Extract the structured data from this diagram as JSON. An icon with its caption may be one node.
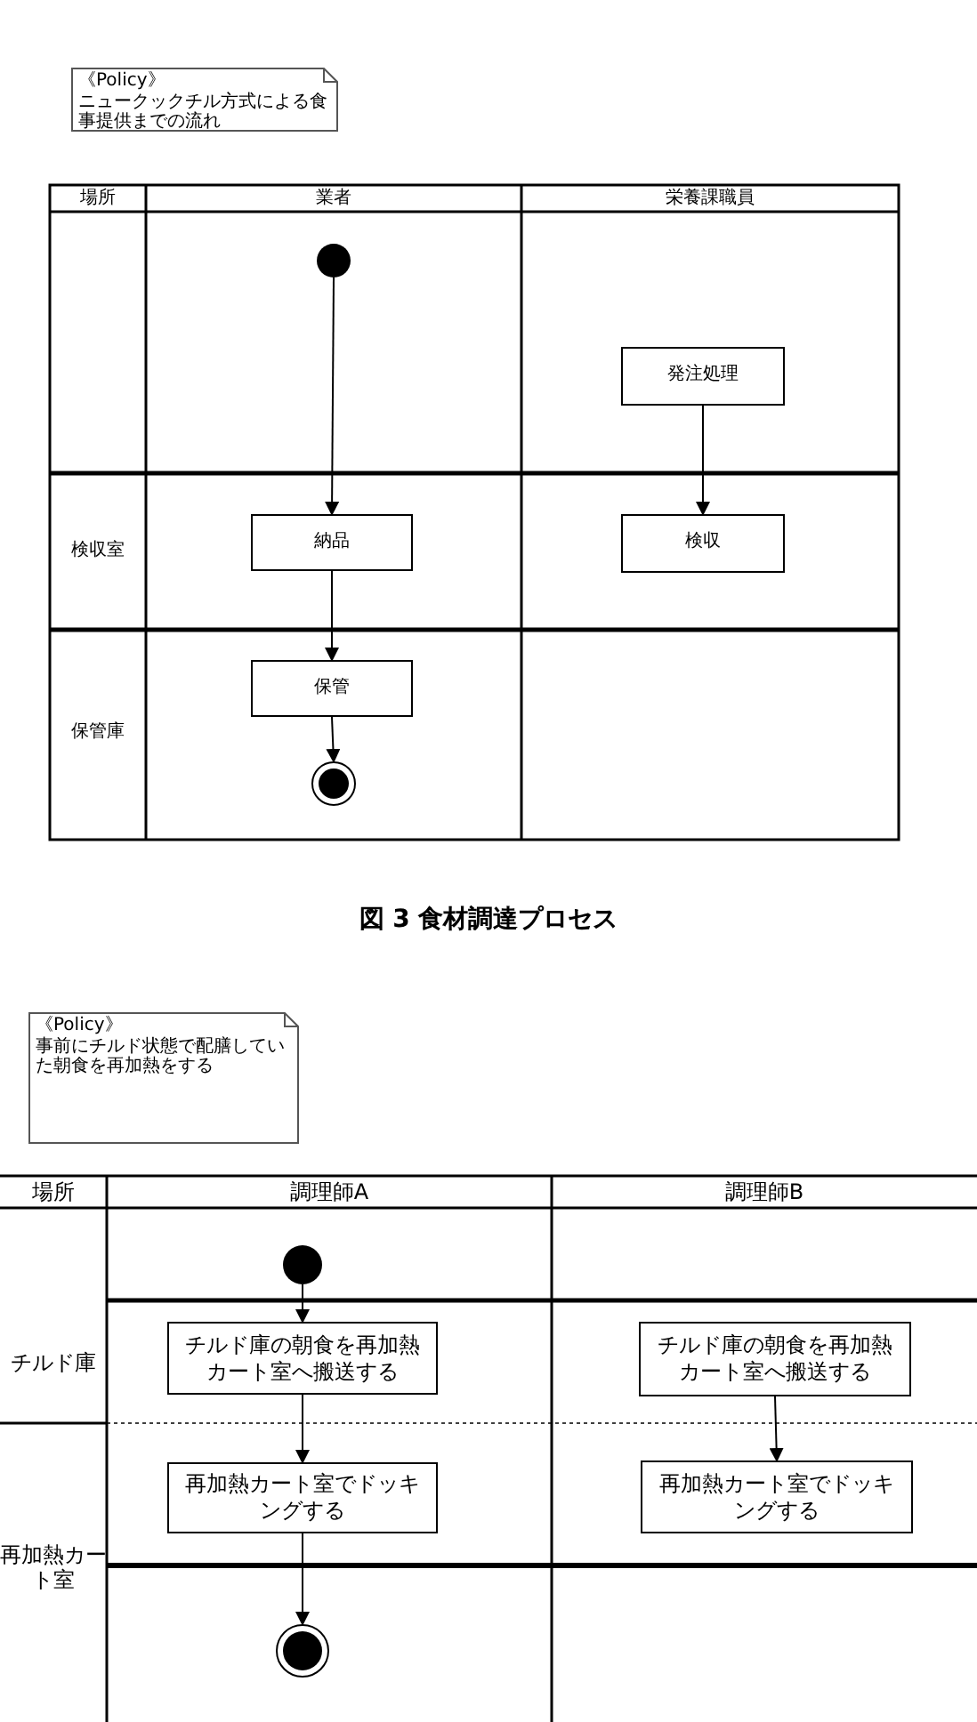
{
  "diagram": {
    "caption": "図 3 食材調達プロセス",
    "nodes": [
      {
        "text": [
          "《Policy》",
          "ニュークックチル方式による食事提供までの流れ"
        ]
      },
      {
        "text": [],
        "shape": "circle"
      },
      {
        "text": [
          "納品"
        ]
      },
      {
        "text": [
          "保管"
        ]
      },
      {
        "text": [],
        "shape": "bullseye"
      },
      {
        "text": [
          "発注処理"
        ]
      },
      {
        "text": [
          "検収"
        ]
      },
      {
        "text": [
          "《Policy》",
          "事前にチルド状態で配膳していた朝食を再加熱をする"
        ]
      },
      {
        "text": [],
        "shape": "circle"
      },
      {
        "text": [
          "チルド庫の朝食を再加熱カート室へ搬送する"
        ]
      },
      {
        "text": [
          "再加熱カート室でドッキングする"
        ]
      },
      {
        "text": [],
        "shape": "bullseye"
      },
      {
        "text": [
          "チルド庫の朝食を再加熱カート室へ搬送する"
        ]
      },
      {
        "text": [
          "再加熱カート室でドッキングする"
        ]
      }
    ],
    "edges": [
      {
        "from": 1,
        "to": 2,
        "arrow": "to"
      },
      {
        "from": 2,
        "to": 3,
        "arrow": "to"
      },
      {
        "from": 3,
        "to": 4,
        "arrow": "to"
      },
      {
        "from": 5,
        "to": 6,
        "arrow": "to"
      },
      {
        "from": 8,
        "to": 9,
        "arrow": "to"
      },
      {
        "from": 9,
        "to": 10,
        "arrow": "to"
      },
      {
        "from": 10,
        "to": 11,
        "arrow": "to"
      },
      {
        "from": 12,
        "to": 13,
        "arrow": "to"
      }
    ],
    "labels": [
      "場所",
      "業者",
      "栄養課職員",
      "検収室",
      "保管庫",
      "場所",
      "調理師A",
      "調理師B",
      "チルド庫",
      "再加熱カート室"
    ]
  }
}
